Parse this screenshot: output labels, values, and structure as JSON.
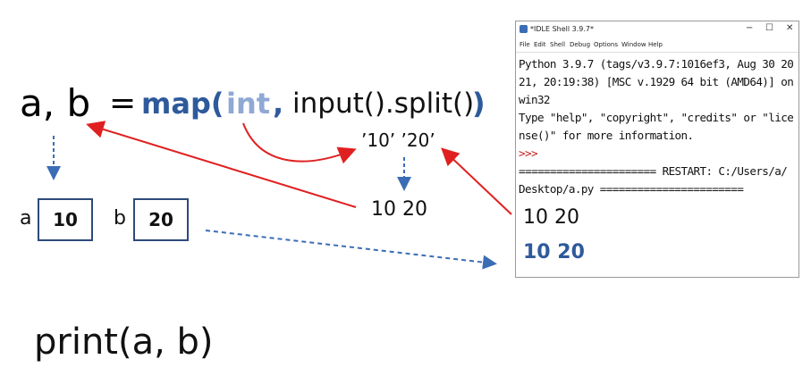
{
  "code": {
    "lhs": "a, b",
    "eq": "=",
    "map": "map(",
    "int": "int",
    "comma": ",",
    "input": "input().split()",
    "rparen": ")"
  },
  "split_strings": "’10’ ’20’",
  "converted": "10  20",
  "vars": {
    "a_label": "a",
    "a_value": "10",
    "b_label": "b",
    "b_value": "20"
  },
  "print_line": "print(a, b)",
  "idle": {
    "title": "*IDLE Shell 3.9.7*",
    "controls": [
      "−",
      "☐",
      "✕"
    ],
    "menu": [
      "File",
      "Edit",
      "Shell",
      "Debug",
      "Options",
      "Window",
      "Help"
    ],
    "lines": [
      "Python 3.9.7 (tags/v3.9.7:1016ef3, Aug 30 20",
      "21, 20:19:38) [MSC v.1929 64 bit (AMD64)] on",
      "win32",
      "Type \"help\", \"copyright\", \"credits\" or \"lice",
      "nse()\" for more information.",
      ">>>",
      "====================== RESTART: C:/Users/a/",
      "Desktop/a.py ======================="
    ],
    "output_plain": "10  20",
    "output_bold": "10  20"
  },
  "colors": {
    "arrow_red": "#e02020",
    "arrow_blue": "#3a6db5",
    "map_blue": "#2e5a9c",
    "int_light": "#8fa8d4"
  }
}
